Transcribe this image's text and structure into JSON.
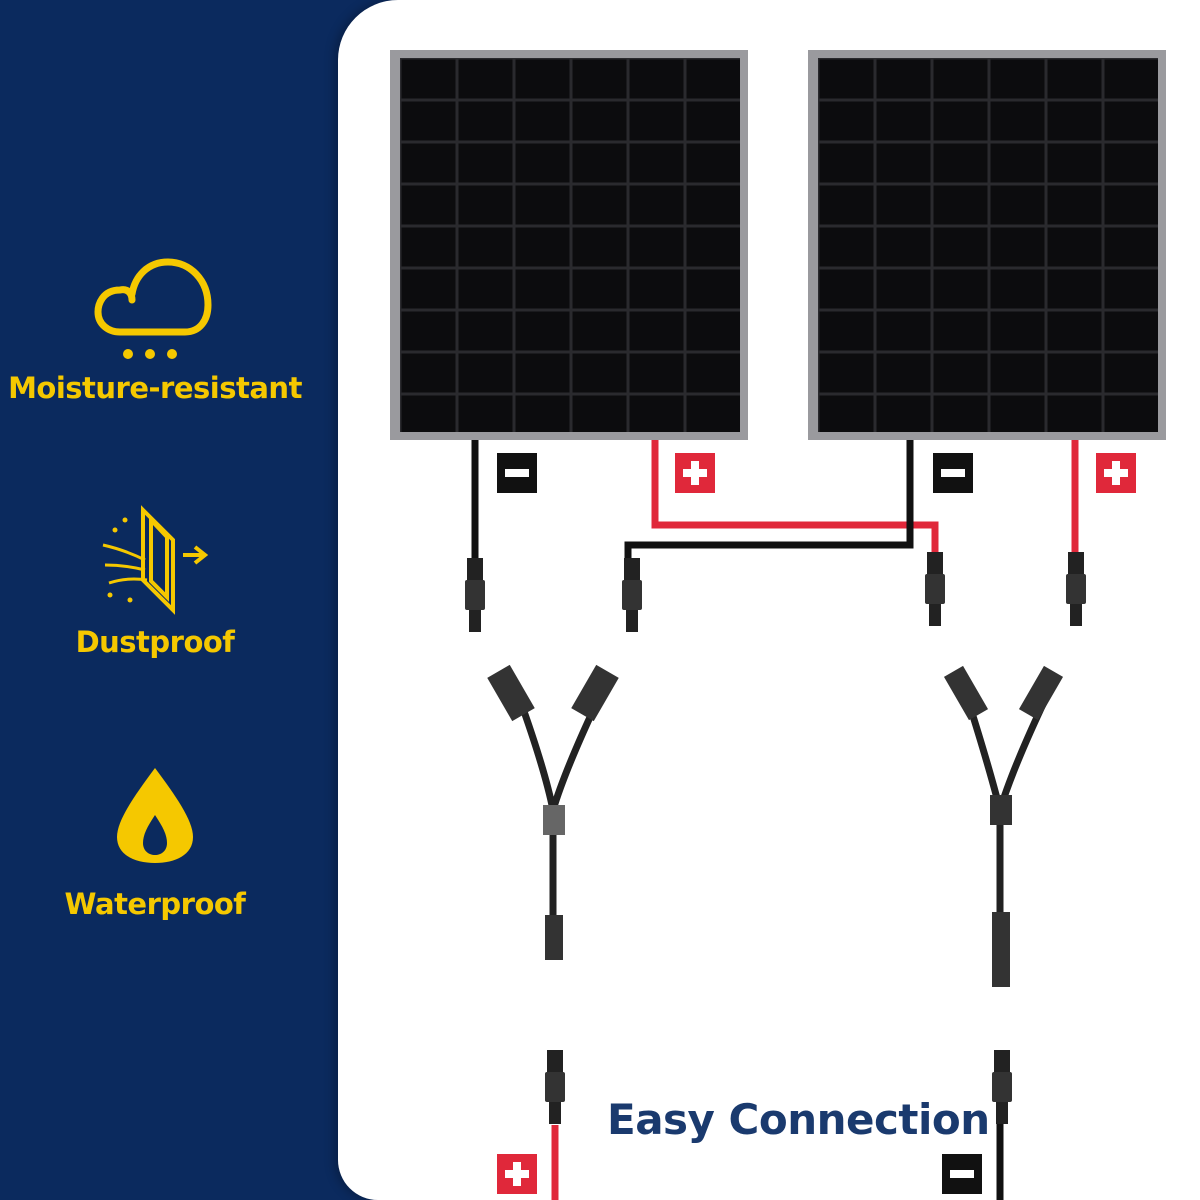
{
  "features": [
    {
      "label": "Moisture-resistant",
      "icon": "cloud-moisture-icon"
    },
    {
      "label": "Dustproof",
      "icon": "dust-filter-icon"
    },
    {
      "label": "Waterproof",
      "icon": "water-drop-icon"
    }
  ],
  "title": "Easy Connection",
  "colors": {
    "navy": "#0b2a5e",
    "yellow": "#f5c800",
    "red": "#e0283a",
    "title": "#1a3a6e"
  }
}
